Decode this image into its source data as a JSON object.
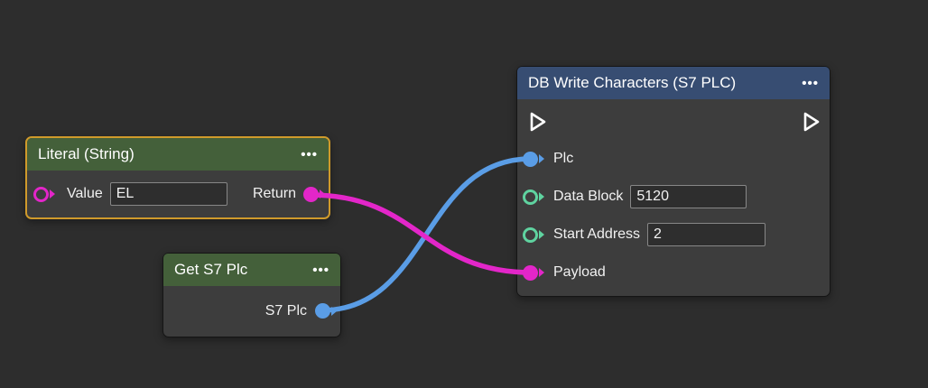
{
  "ui": {
    "menu_dots": "•••"
  },
  "colors": {
    "canvas_background": "#2d2d2d",
    "node_body": "#3d3d3d",
    "header_green": "#44603a",
    "header_blue": "#374d72",
    "selected_node_border": "#cf9a2b",
    "port_magenta": "#e326c9",
    "port_blue": "#5a9de6",
    "port_teal": "#5fd3a0",
    "wire_magenta": "#e326c9",
    "wire_blue": "#5a9de6",
    "flow_port": "#ffffff"
  },
  "nodes": {
    "literal": {
      "title": "Literal (String)",
      "value_label": "Value",
      "value": "EL",
      "return_label": "Return"
    },
    "get_s7_plc": {
      "title": "Get S7 Plc",
      "output_label": "S7 Plc"
    },
    "db_write": {
      "title": "DB Write Characters (S7 PLC)",
      "plc_label": "Plc",
      "data_block_label": "Data Block",
      "data_block_value": "5120",
      "start_address_label": "Start Address",
      "start_address_value": "2",
      "payload_label": "Payload"
    }
  },
  "edges": [
    {
      "from": "Literal (String) / Return",
      "to": "DB Write Characters (S7 PLC) / Payload",
      "color": "#e326c9"
    },
    {
      "from": "Get S7 Plc / S7 Plc",
      "to": "DB Write Characters (S7 PLC) / Plc",
      "color": "#5a9de6"
    }
  ]
}
